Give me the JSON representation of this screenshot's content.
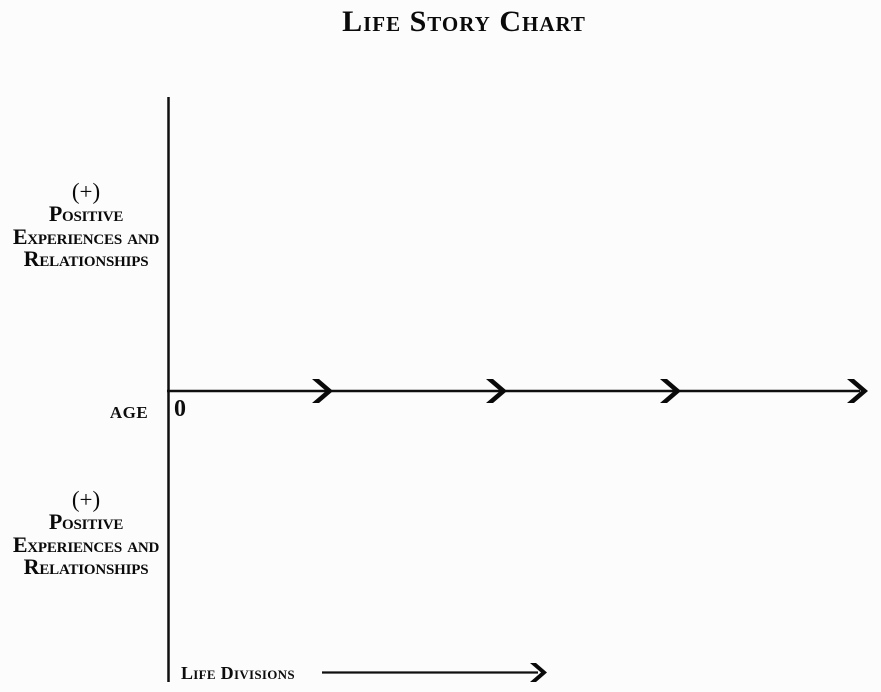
{
  "title": "Life Story Chart",
  "colors": {
    "ink": "#0d0d0d",
    "background": "#fcfcfc"
  },
  "y_axis": {
    "upper_label": {
      "sign": "(+)",
      "lines": [
        "Positive",
        "Experiences and",
        "Relationships"
      ]
    },
    "lower_label": {
      "sign": "(+)",
      "lines": [
        "Positive",
        "Experiences and",
        "Relationships"
      ]
    }
  },
  "x_axis": {
    "label": "AGE",
    "origin_tick": "0",
    "arrowhead_count": 4
  },
  "legend": {
    "label": "Life Divisions"
  },
  "chart_data": {
    "type": "line",
    "title": "Life Story Chart",
    "xlabel": "AGE",
    "x_origin_tick": "0",
    "x_axis_arrowheads": 4,
    "y_upper_axis_label": "(+) Positive Experiences and Relationships",
    "y_lower_axis_label": "(+) Positive Experiences and Relationships",
    "legend_annotation": "Life Divisions",
    "grid": false,
    "series": []
  }
}
